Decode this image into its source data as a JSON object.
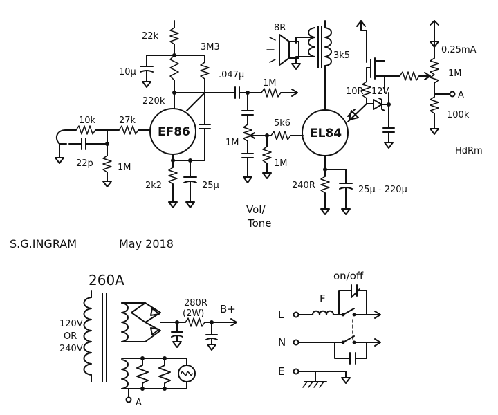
{
  "amplifier": {
    "input_r": "10k",
    "input_c": "22p",
    "grid_leak": "1M",
    "grid_stop": "27k",
    "plate_r": "22k",
    "screen_r": "3M3",
    "supply_cap": "10µ",
    "screen_top": "220k",
    "cathode_r": "2k2",
    "cathode_c": "25µ",
    "ef86": "EF86",
    "el84": "EL84",
    "coupling_c": ".047µ",
    "tone_r": "1M",
    "pot": "1M",
    "grid_stop2": "5k6",
    "el84_leak": "1M",
    "voltone": "Vol/\nTone",
    "el84_cathode_r": "240R",
    "el84_cathode_c": "25µ - 220µ",
    "speaker": "8R",
    "ot": "3k5",
    "mosfet_gate_r": "10R",
    "zener": "12V",
    "current": "0.25mA",
    "meter_r": "1M",
    "meter_r2": "100k",
    "node_a": "A",
    "hdrm": "HdRm"
  },
  "signature": {
    "author": "S.G.INGRAM",
    "date": "May 2018"
  },
  "psu": {
    "rectifier": "260A",
    "mains": "120V\nOR\n240V",
    "resistor": "280R\n(2W)",
    "bplus": "B+",
    "node_a": "A"
  },
  "mains_switch": {
    "l": "L",
    "n": "N",
    "e": "E",
    "fuse": "F",
    "onoff": "on/off"
  }
}
